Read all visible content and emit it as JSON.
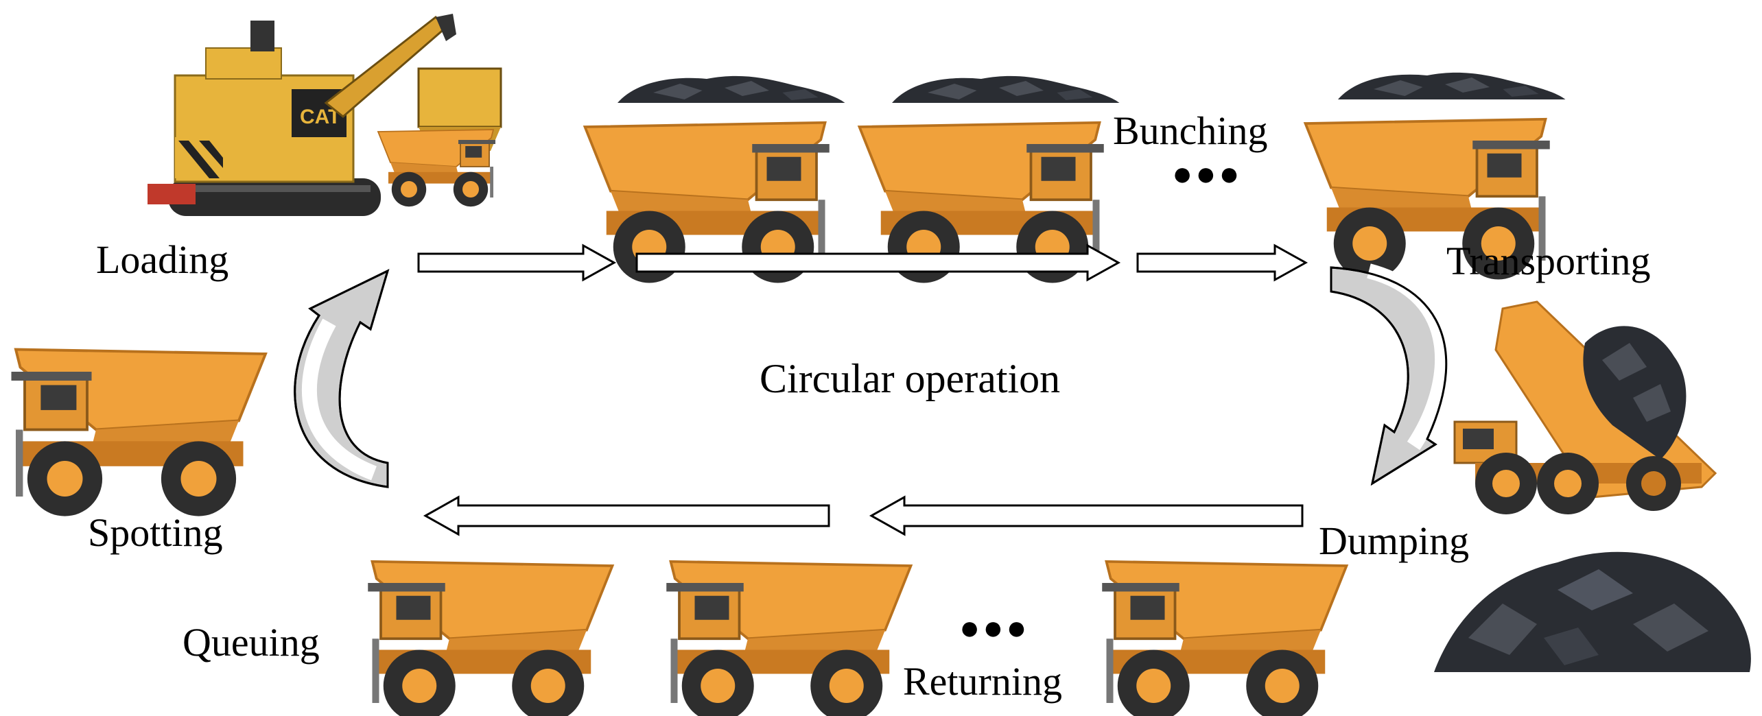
{
  "title": "",
  "labels": {
    "loading": "Loading",
    "bunching": "Bunching",
    "transporting": "Transporting",
    "dumping": "Dumping",
    "returning": "Returning",
    "queuing": "Queuing",
    "spotting": "Spotting",
    "center": "Circular operation"
  },
  "ellipsis": "●●●",
  "colors": {
    "truck_body": "#f0a13b",
    "truck_dark": "#c97a22",
    "tire": "#2e2e2e",
    "coal": "#2a2d33",
    "arrow_fill": "#ffffff",
    "curved_arrow_fill": "#cfcfcf",
    "excavator": "#e7b43c"
  }
}
